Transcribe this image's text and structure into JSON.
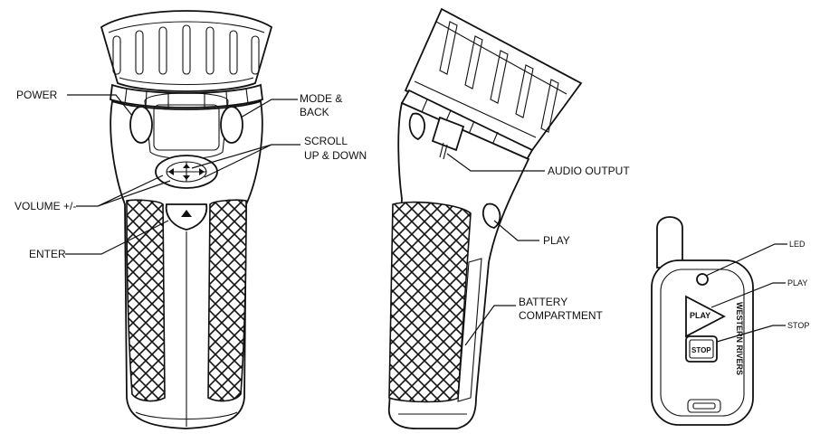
{
  "labels": {
    "power": "POWER",
    "mode_back_1": "MODE &",
    "mode_back_2": "BACK",
    "scroll_1": "SCROLL",
    "scroll_2": "UP & DOWN",
    "volume": "VOLUME +/-",
    "enter": "ENTER",
    "audio_output": "AUDIO OUTPUT",
    "play": "PLAY",
    "battery_1": "BATTERY",
    "battery_2": "COMPARTMENT"
  },
  "remote": {
    "led": "LED",
    "play": "PLAY",
    "stop": "STOP",
    "play_button": "PLAY",
    "stop_button": "STOP",
    "brand": "WESTERN RIVERS"
  }
}
